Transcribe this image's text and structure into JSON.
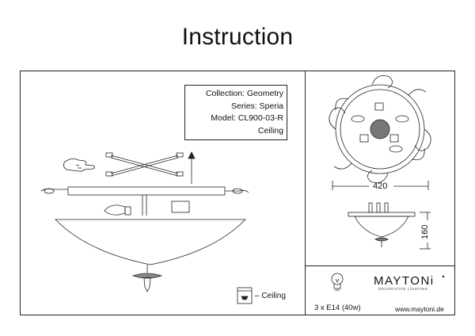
{
  "title": "Instruction",
  "info": {
    "collection": "Collection: Geometry",
    "series": "Series: Speria",
    "model": "Model: CL900-03-R",
    "type": "Ceiling"
  },
  "dimensions": {
    "width": "420",
    "height": "160"
  },
  "legend": {
    "icon": "ceiling-mount-icon",
    "label": "– Ceiling"
  },
  "lamp": {
    "icon": "bulb-icon",
    "spec": "3 x E14 (40w)"
  },
  "brand": {
    "name": "MAYTONi",
    "tagline": "DECORATIVE LIGHTING",
    "url": "www.maytoni.de"
  }
}
